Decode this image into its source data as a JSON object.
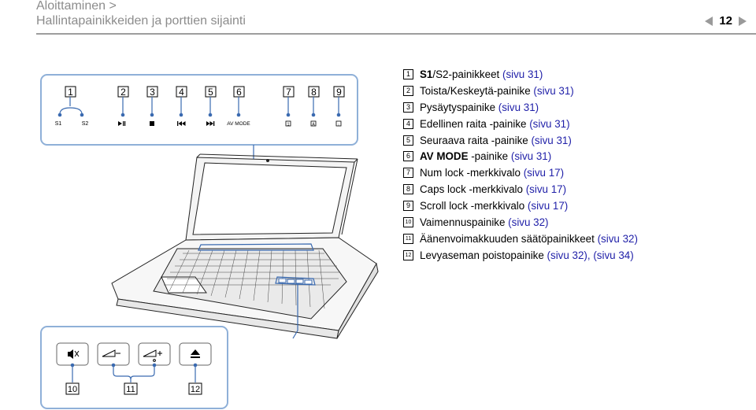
{
  "header": {
    "breadcrumb": "Aloittaminen >",
    "title": "Hallintapainikkeiden ja porttien sijainti",
    "page_number": "12"
  },
  "colors": {
    "link": "#1f1fa8",
    "header_text": "#8c8c8c",
    "callout_line": "#3a6ab0"
  },
  "legend": [
    {
      "number": "1",
      "bold_prefix": "S1",
      "text": "/S2-painikkeet",
      "ref": "(sivu 31)"
    },
    {
      "number": "2",
      "bold_prefix": "",
      "text": "Toista/Keskeytä-painike",
      "ref": "(sivu 31)"
    },
    {
      "number": "3",
      "bold_prefix": "",
      "text": "Pysäytyspainike",
      "ref": "(sivu 31)"
    },
    {
      "number": "4",
      "bold_prefix": "",
      "text": "Edellinen raita -painike",
      "ref": "(sivu 31)"
    },
    {
      "number": "5",
      "bold_prefix": "",
      "text": "Seuraava raita -painike",
      "ref": "(sivu 31)"
    },
    {
      "number": "6",
      "bold_prefix": "AV MODE",
      "text": " -painike",
      "ref": "(sivu 31)"
    },
    {
      "number": "7",
      "bold_prefix": "",
      "text": "Num lock -merkkivalo",
      "ref": "(sivu 17)"
    },
    {
      "number": "8",
      "bold_prefix": "",
      "text": "Caps lock -merkkivalo",
      "ref": "(sivu 17)"
    },
    {
      "number": "9",
      "bold_prefix": "",
      "text": "Scroll lock -merkkivalo",
      "ref": "(sivu 17)"
    },
    {
      "number": "10",
      "bold_prefix": "",
      "text": "Vaimennuspainike",
      "ref": "(sivu 32)"
    },
    {
      "number": "11",
      "bold_prefix": "",
      "text": "Äänenvoimakkuuden säätöpainikkeet",
      "ref": "(sivu 32)"
    },
    {
      "number": "12",
      "bold_prefix": "",
      "text": "Levyaseman poistopainike",
      "ref": "(sivu 32), (sivu 34)"
    }
  ],
  "top_panel": {
    "callouts": [
      "1",
      "2",
      "3",
      "4",
      "5",
      "6",
      "7",
      "8",
      "9"
    ],
    "button_labels": {
      "s1": "S1",
      "s2": "S2",
      "av_mode": "AV MODE"
    },
    "icons": [
      "play-pause-icon",
      "stop-icon",
      "previous-track-icon",
      "next-track-icon",
      "num-lock-icon",
      "caps-lock-icon",
      "scroll-lock-icon"
    ]
  },
  "bottom_panel": {
    "callouts": [
      "10",
      "11",
      "12"
    ],
    "icons": [
      "mute-icon",
      "volume-down-icon",
      "volume-up-icon",
      "eject-icon"
    ]
  }
}
